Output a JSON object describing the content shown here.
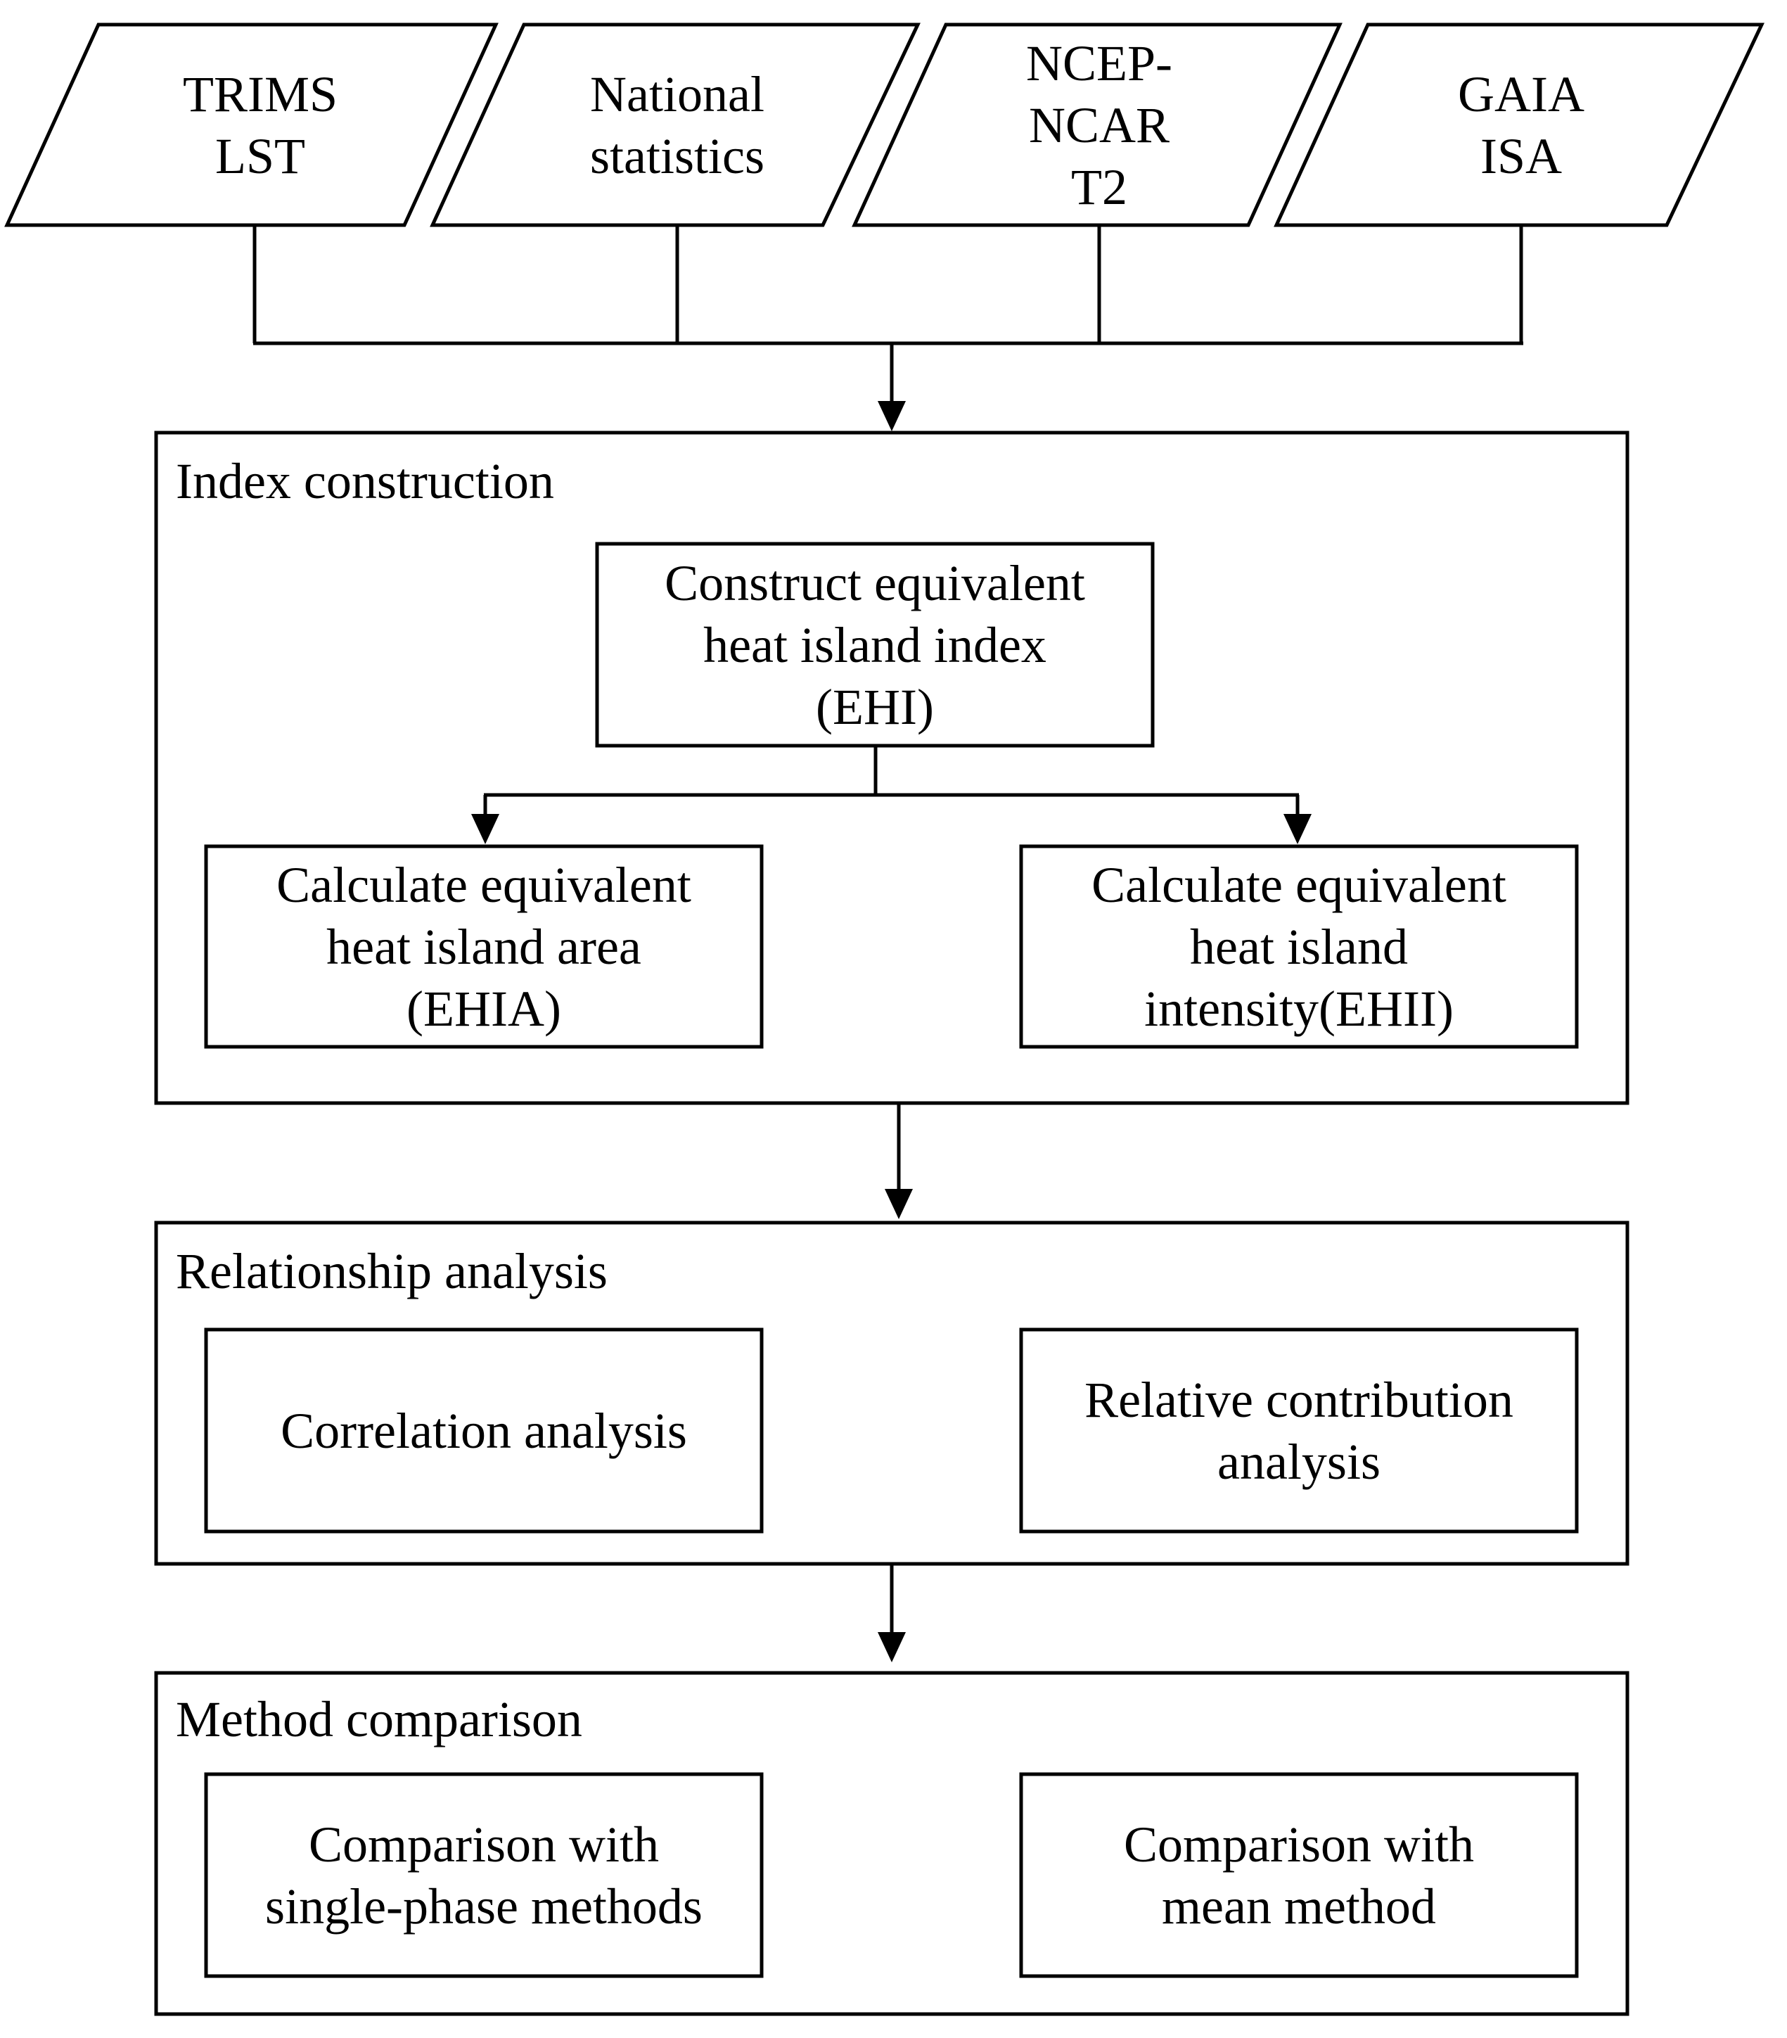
{
  "inputs": [
    {
      "lines": [
        "TRIMS",
        "LST"
      ]
    },
    {
      "lines": [
        "National",
        "statistics"
      ]
    },
    {
      "lines": [
        "NCEP-",
        "NCAR",
        "T2"
      ]
    },
    {
      "lines": [
        "GAIA",
        "ISA"
      ]
    }
  ],
  "index_construction": {
    "title": "Index construction",
    "ehi": [
      "Construct equivalent",
      "heat island index",
      "(EHI)"
    ],
    "ehia": [
      "Calculate equivalent",
      "heat island area",
      "(EHIA)"
    ],
    "ehii": [
      "Calculate equivalent",
      "heat island",
      "intensity(EHII)"
    ]
  },
  "relationship_analysis": {
    "title": "Relationship analysis",
    "correlation": [
      "Correlation analysis"
    ],
    "relative": [
      "Relative contribution",
      "analysis"
    ]
  },
  "method_comparison": {
    "title": "Method comparison",
    "single_phase": [
      "Comparison with",
      "single-phase methods"
    ],
    "mean_method": [
      "Comparison with",
      "mean method"
    ]
  },
  "colors": {
    "stroke": "#000000",
    "background": "#ffffff"
  }
}
